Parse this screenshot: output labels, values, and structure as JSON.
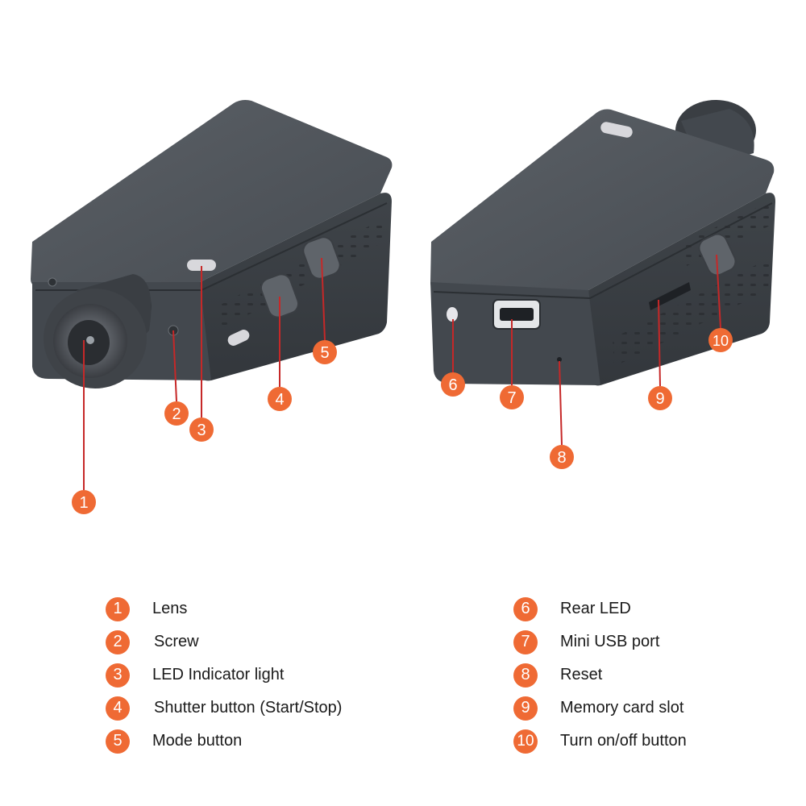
{
  "colors": {
    "accent": "#ef6a34",
    "pointer_line": "#c62828",
    "camera_body": "#4c5157"
  },
  "callouts": [
    {
      "number": "1",
      "label": "Lens"
    },
    {
      "number": "2",
      "label": "Screw"
    },
    {
      "number": "3",
      "label": "LED Indicator light"
    },
    {
      "number": "4",
      "label": "Shutter button (Start/Stop)"
    },
    {
      "number": "5",
      "label": "Mode button"
    },
    {
      "number": "6",
      "label": "Rear LED"
    },
    {
      "number": "7",
      "label": "Mini USB port"
    },
    {
      "number": "8",
      "label": "Reset"
    },
    {
      "number": "9",
      "label": "Memory card slot"
    },
    {
      "number": "10",
      "label": "Turn on/off button"
    }
  ]
}
